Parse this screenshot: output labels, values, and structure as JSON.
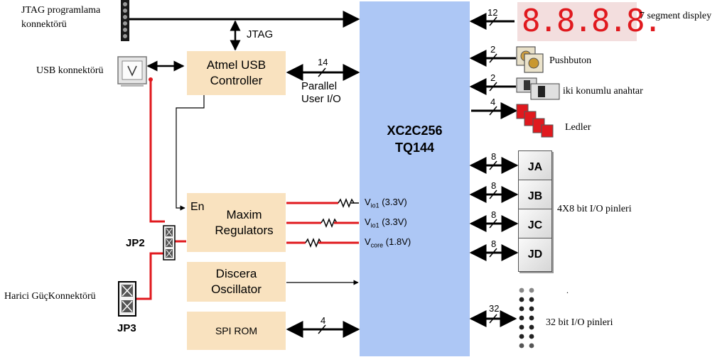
{
  "left": {
    "jtag_connector": "JTAG programlama\nkonnektörü",
    "usb_connector": "USB konnektörü",
    "power_connector": "Harici GüçKonnektörü",
    "jp2": "JP2",
    "jp3": "JP3"
  },
  "blocks": {
    "atmel": "Atmel USB\nController",
    "maxim_en": "En",
    "maxim": "Maxim\nRegulators",
    "discera": "Discera\nOscillator",
    "spirom": "SPI ROM"
  },
  "signals": {
    "jtag": "JTAG",
    "parallel_count": "14",
    "parallel_label": "Parallel\nUser I/O",
    "spi_count": "4",
    "vio1_a": "V",
    "vio1_a_sub": "io1",
    "vio1_a_val": " (3.3V)",
    "vio1_b": "V",
    "vio1_b_sub": "io1",
    "vio1_b_val": " (3.3V)",
    "vcore": "V",
    "vcore_sub": "core",
    "vcore_val": " (1.8V)"
  },
  "chip": {
    "name_line1": "XC2C256",
    "name_line2": "TQ144",
    "color": "#adc7f5"
  },
  "right": {
    "seg_count": "12",
    "seg_digits": "8.8.8.8.",
    "seg_label": "7 segment displey",
    "push_count": "2",
    "push_label": "Pushbuton",
    "switch_count": "2",
    "switch_label": "iki konumlu anahtar",
    "led_count": "4",
    "led_label": "Ledler",
    "ja": "JA",
    "jb": "JB",
    "jc": "JC",
    "jd": "JD",
    "ja_count": "8",
    "jb_count": "8",
    "jc_count": "8",
    "jd_count": "8",
    "pmod_label": "4X8 bit I/O pinleri",
    "pins32_count": "32",
    "pins32_label": "32 bit I/O pinleri",
    "dot": "."
  },
  "colors": {
    "block_fill": "#f9e2bf",
    "power_line": "#e0191e",
    "segment_red": "#e0191e",
    "segment_bg": "#f3dede"
  }
}
